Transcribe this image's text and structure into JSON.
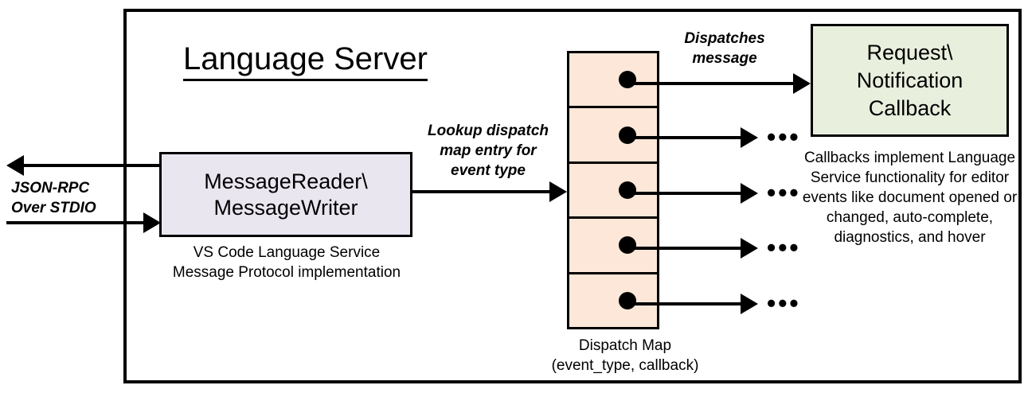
{
  "diagram": {
    "title": "Language Server",
    "container_border_color": "#000000",
    "background": "#ffffff"
  },
  "nodes": {
    "message_io": {
      "label": "MessageReader\\\nMessageWriter",
      "line1": "MessageReader\\",
      "line2": "MessageWriter",
      "fill": "#EAE6F0",
      "caption_line1": "VS Code Language Service",
      "caption_line2": "Message Protocol implementation"
    },
    "dispatch_map": {
      "fill": "#FCE7D8",
      "cell_count": 5,
      "caption_line1": "Dispatch Map",
      "caption_line2": "(event_type, callback)"
    },
    "callback": {
      "line1": "Request\\",
      "line2": "Notification",
      "line3": "Callback",
      "fill": "#E8EFDD",
      "caption": "Callbacks implement Language Service functionality for editor events like document opened or changed, auto-complete, diagnostics, and hover"
    }
  },
  "edge_labels": {
    "jsonrpc_line1": "JSON-RPC",
    "jsonrpc_line2": "Over STDIO",
    "lookup_line1": "Lookup dispatch",
    "lookup_line2": "map entry for",
    "lookup_line3": "event type",
    "dispatches_line1": "Dispatches",
    "dispatches_line2": "message"
  },
  "ellipses": {
    "glyph": "•••",
    "count": 4
  }
}
